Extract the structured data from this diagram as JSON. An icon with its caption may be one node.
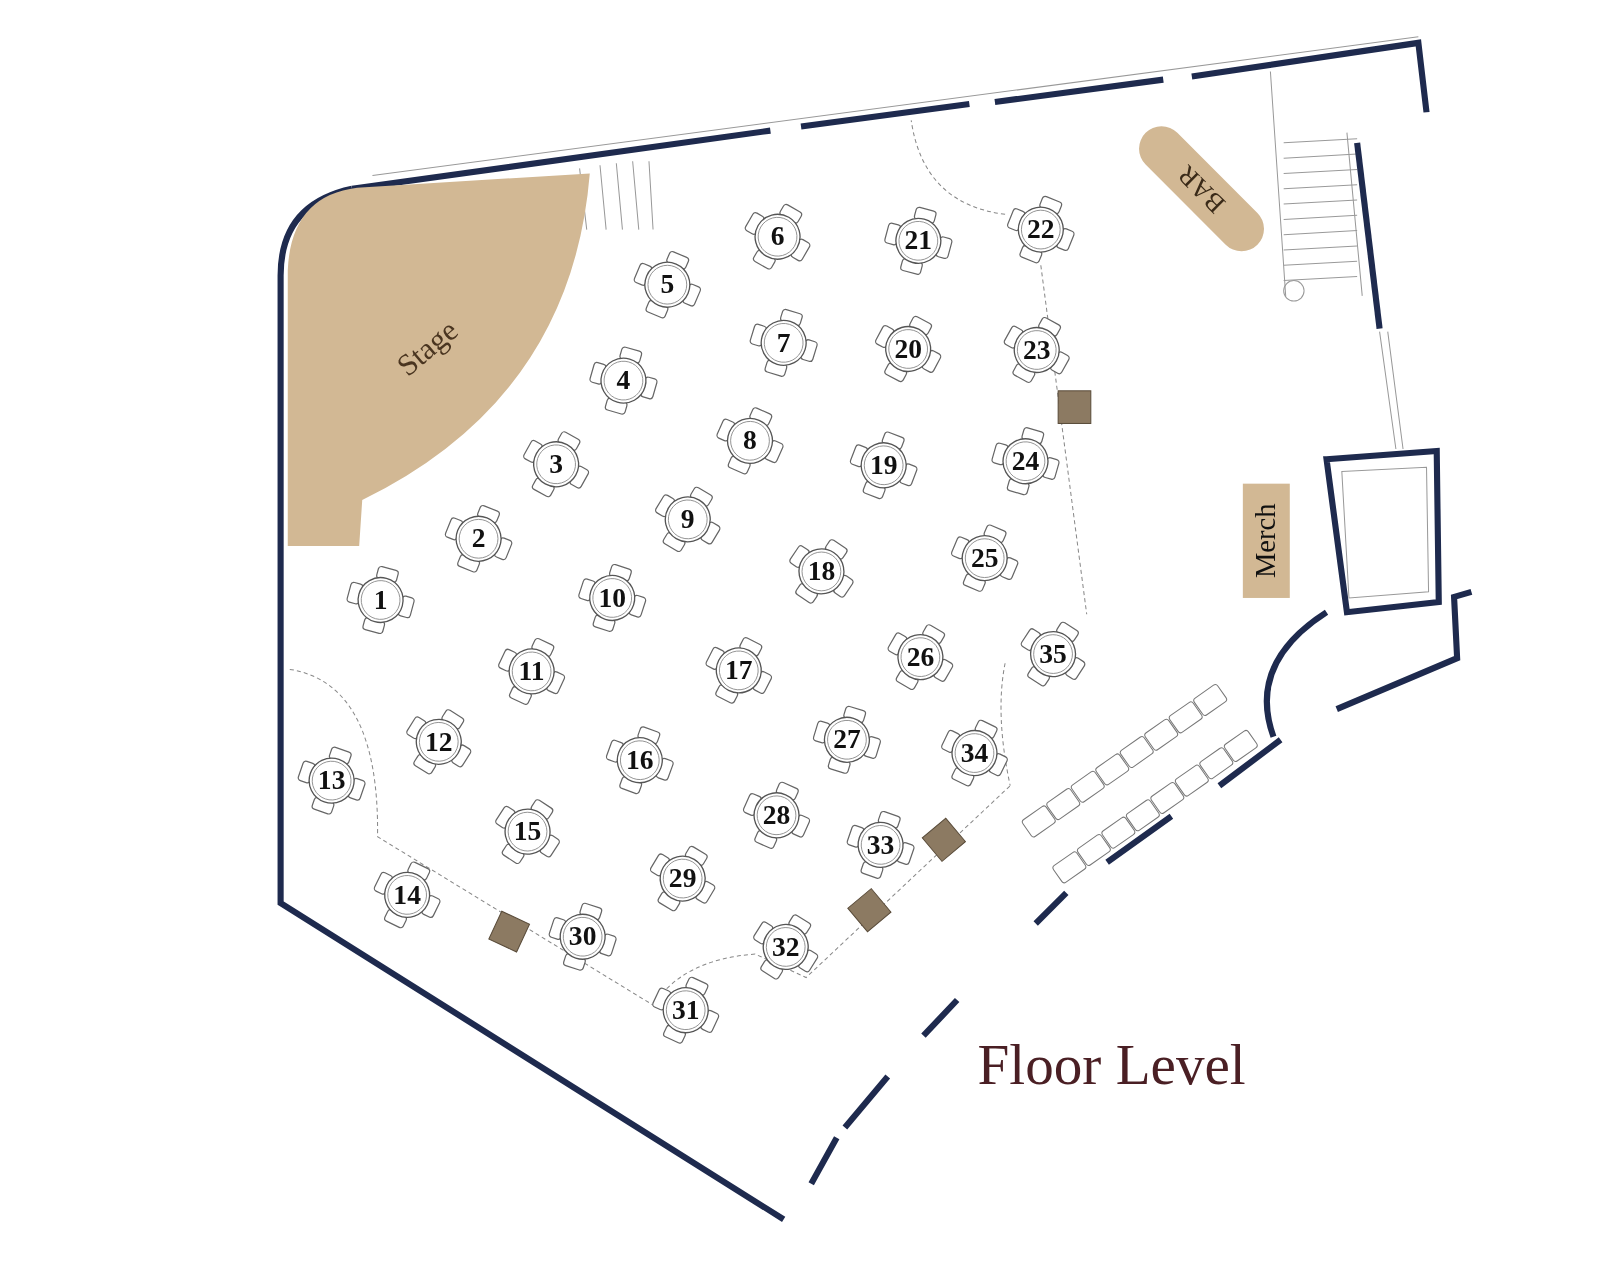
{
  "diagram": {
    "title": "Floor Level",
    "nodes": [
      {
        "text": [
          "Stage"
        ]
      },
      {
        "text": [
          "BAR"
        ]
      },
      {
        "text": [
          "Merch"
        ]
      },
      {
        "text": [
          "1"
        ]
      },
      {
        "text": [
          "2"
        ]
      },
      {
        "text": [
          "3"
        ]
      },
      {
        "text": [
          "4"
        ]
      },
      {
        "text": [
          "5"
        ]
      },
      {
        "text": [
          "6"
        ]
      },
      {
        "text": [
          "7"
        ]
      },
      {
        "text": [
          "8"
        ]
      },
      {
        "text": [
          "9"
        ]
      },
      {
        "text": [
          "10"
        ]
      },
      {
        "text": [
          "11"
        ]
      },
      {
        "text": [
          "12"
        ]
      },
      {
        "text": [
          "13"
        ]
      },
      {
        "text": [
          "14"
        ]
      },
      {
        "text": [
          "15"
        ]
      },
      {
        "text": [
          "16"
        ]
      },
      {
        "text": [
          "17"
        ]
      },
      {
        "text": [
          "18"
        ]
      },
      {
        "text": [
          "19"
        ]
      },
      {
        "text": [
          "20"
        ]
      },
      {
        "text": [
          "21"
        ]
      },
      {
        "text": [
          "22"
        ]
      },
      {
        "text": [
          "23"
        ]
      },
      {
        "text": [
          "24"
        ]
      },
      {
        "text": [
          "25"
        ]
      },
      {
        "text": [
          "26"
        ]
      },
      {
        "text": [
          "27"
        ]
      },
      {
        "text": [
          "28"
        ]
      },
      {
        "text": [
          "29"
        ]
      },
      {
        "text": [
          "30"
        ]
      },
      {
        "text": [
          "31"
        ]
      },
      {
        "text": [
          "32"
        ]
      },
      {
        "text": [
          "33"
        ]
      },
      {
        "text": [
          "34"
        ]
      },
      {
        "text": [
          "35"
        ]
      }
    ],
    "edges": []
  }
}
